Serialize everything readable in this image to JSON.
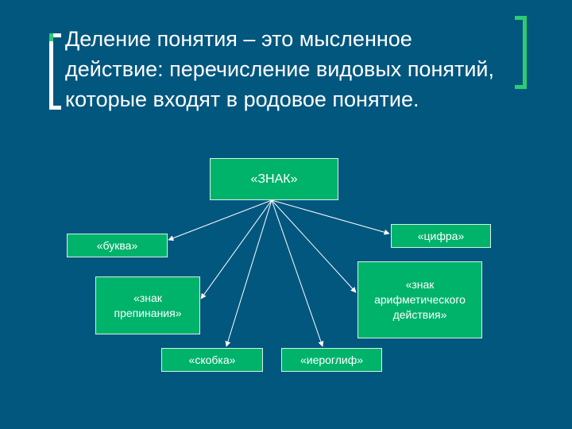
{
  "slide": {
    "title": "Деление понятия – это мысленное действие: перечисление видовых понятий, которые входят в родовое понятие."
  },
  "diagram": {
    "root": "«ЗНАК»",
    "children": [
      {
        "id": "bukva",
        "label": "«буква»"
      },
      {
        "id": "cifra",
        "label": "«цифра»"
      },
      {
        "id": "znak_prep",
        "label": "«знак\nпрепинания»"
      },
      {
        "id": "znak_arif",
        "label": "«знак\nарифметического\nдействия»"
      },
      {
        "id": "skobka",
        "label": "«скобка»"
      },
      {
        "id": "ieroglif",
        "label": "«иероглиф»"
      }
    ]
  },
  "colors": {
    "background": "#02577f",
    "node_fill": "#00b36b",
    "accent": "#2ecc71",
    "text": "#ffffff"
  }
}
